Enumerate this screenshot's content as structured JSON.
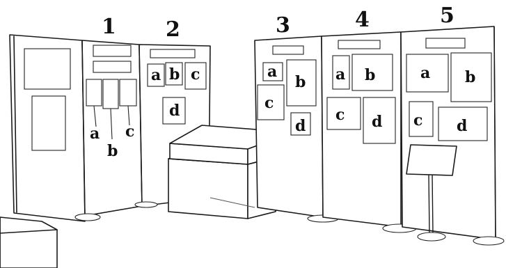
{
  "stands": [
    {
      "number": "1",
      "labels": {
        "a": "a",
        "b": "b",
        "c": "c"
      }
    },
    {
      "number": "2",
      "labels": {
        "a": "a",
        "b": "b",
        "c": "c",
        "d": "d"
      }
    },
    {
      "number": "3",
      "labels": {
        "a": "a",
        "b": "b",
        "c": "c",
        "d": "d"
      }
    },
    {
      "number": "4",
      "labels": {
        "a": "a",
        "b": "b",
        "c": "c",
        "d": "d"
      }
    },
    {
      "number": "5",
      "labels": {
        "a": "a",
        "b": "b",
        "c": "c",
        "d": "d"
      }
    }
  ]
}
